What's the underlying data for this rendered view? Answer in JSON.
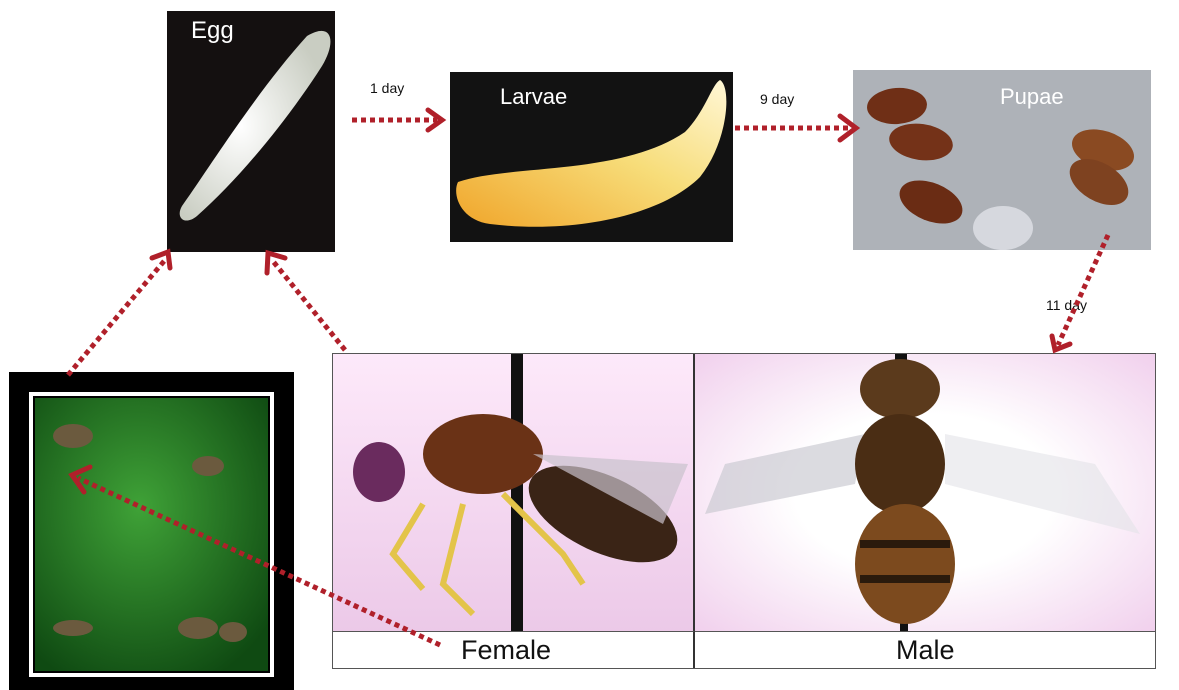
{
  "stages": {
    "egg": "Egg",
    "larvae": "Larvae",
    "pupae": "Pupae",
    "female": "Female",
    "male": "Male"
  },
  "durations": {
    "egg_to_larvae": "1 day",
    "larvae_to_pupae": "9 day",
    "pupae_to_adult": "11 day"
  },
  "colors": {
    "arrow": "#b0202a",
    "adult_background": "#f3d6ef",
    "dark_panel": "#111111"
  }
}
